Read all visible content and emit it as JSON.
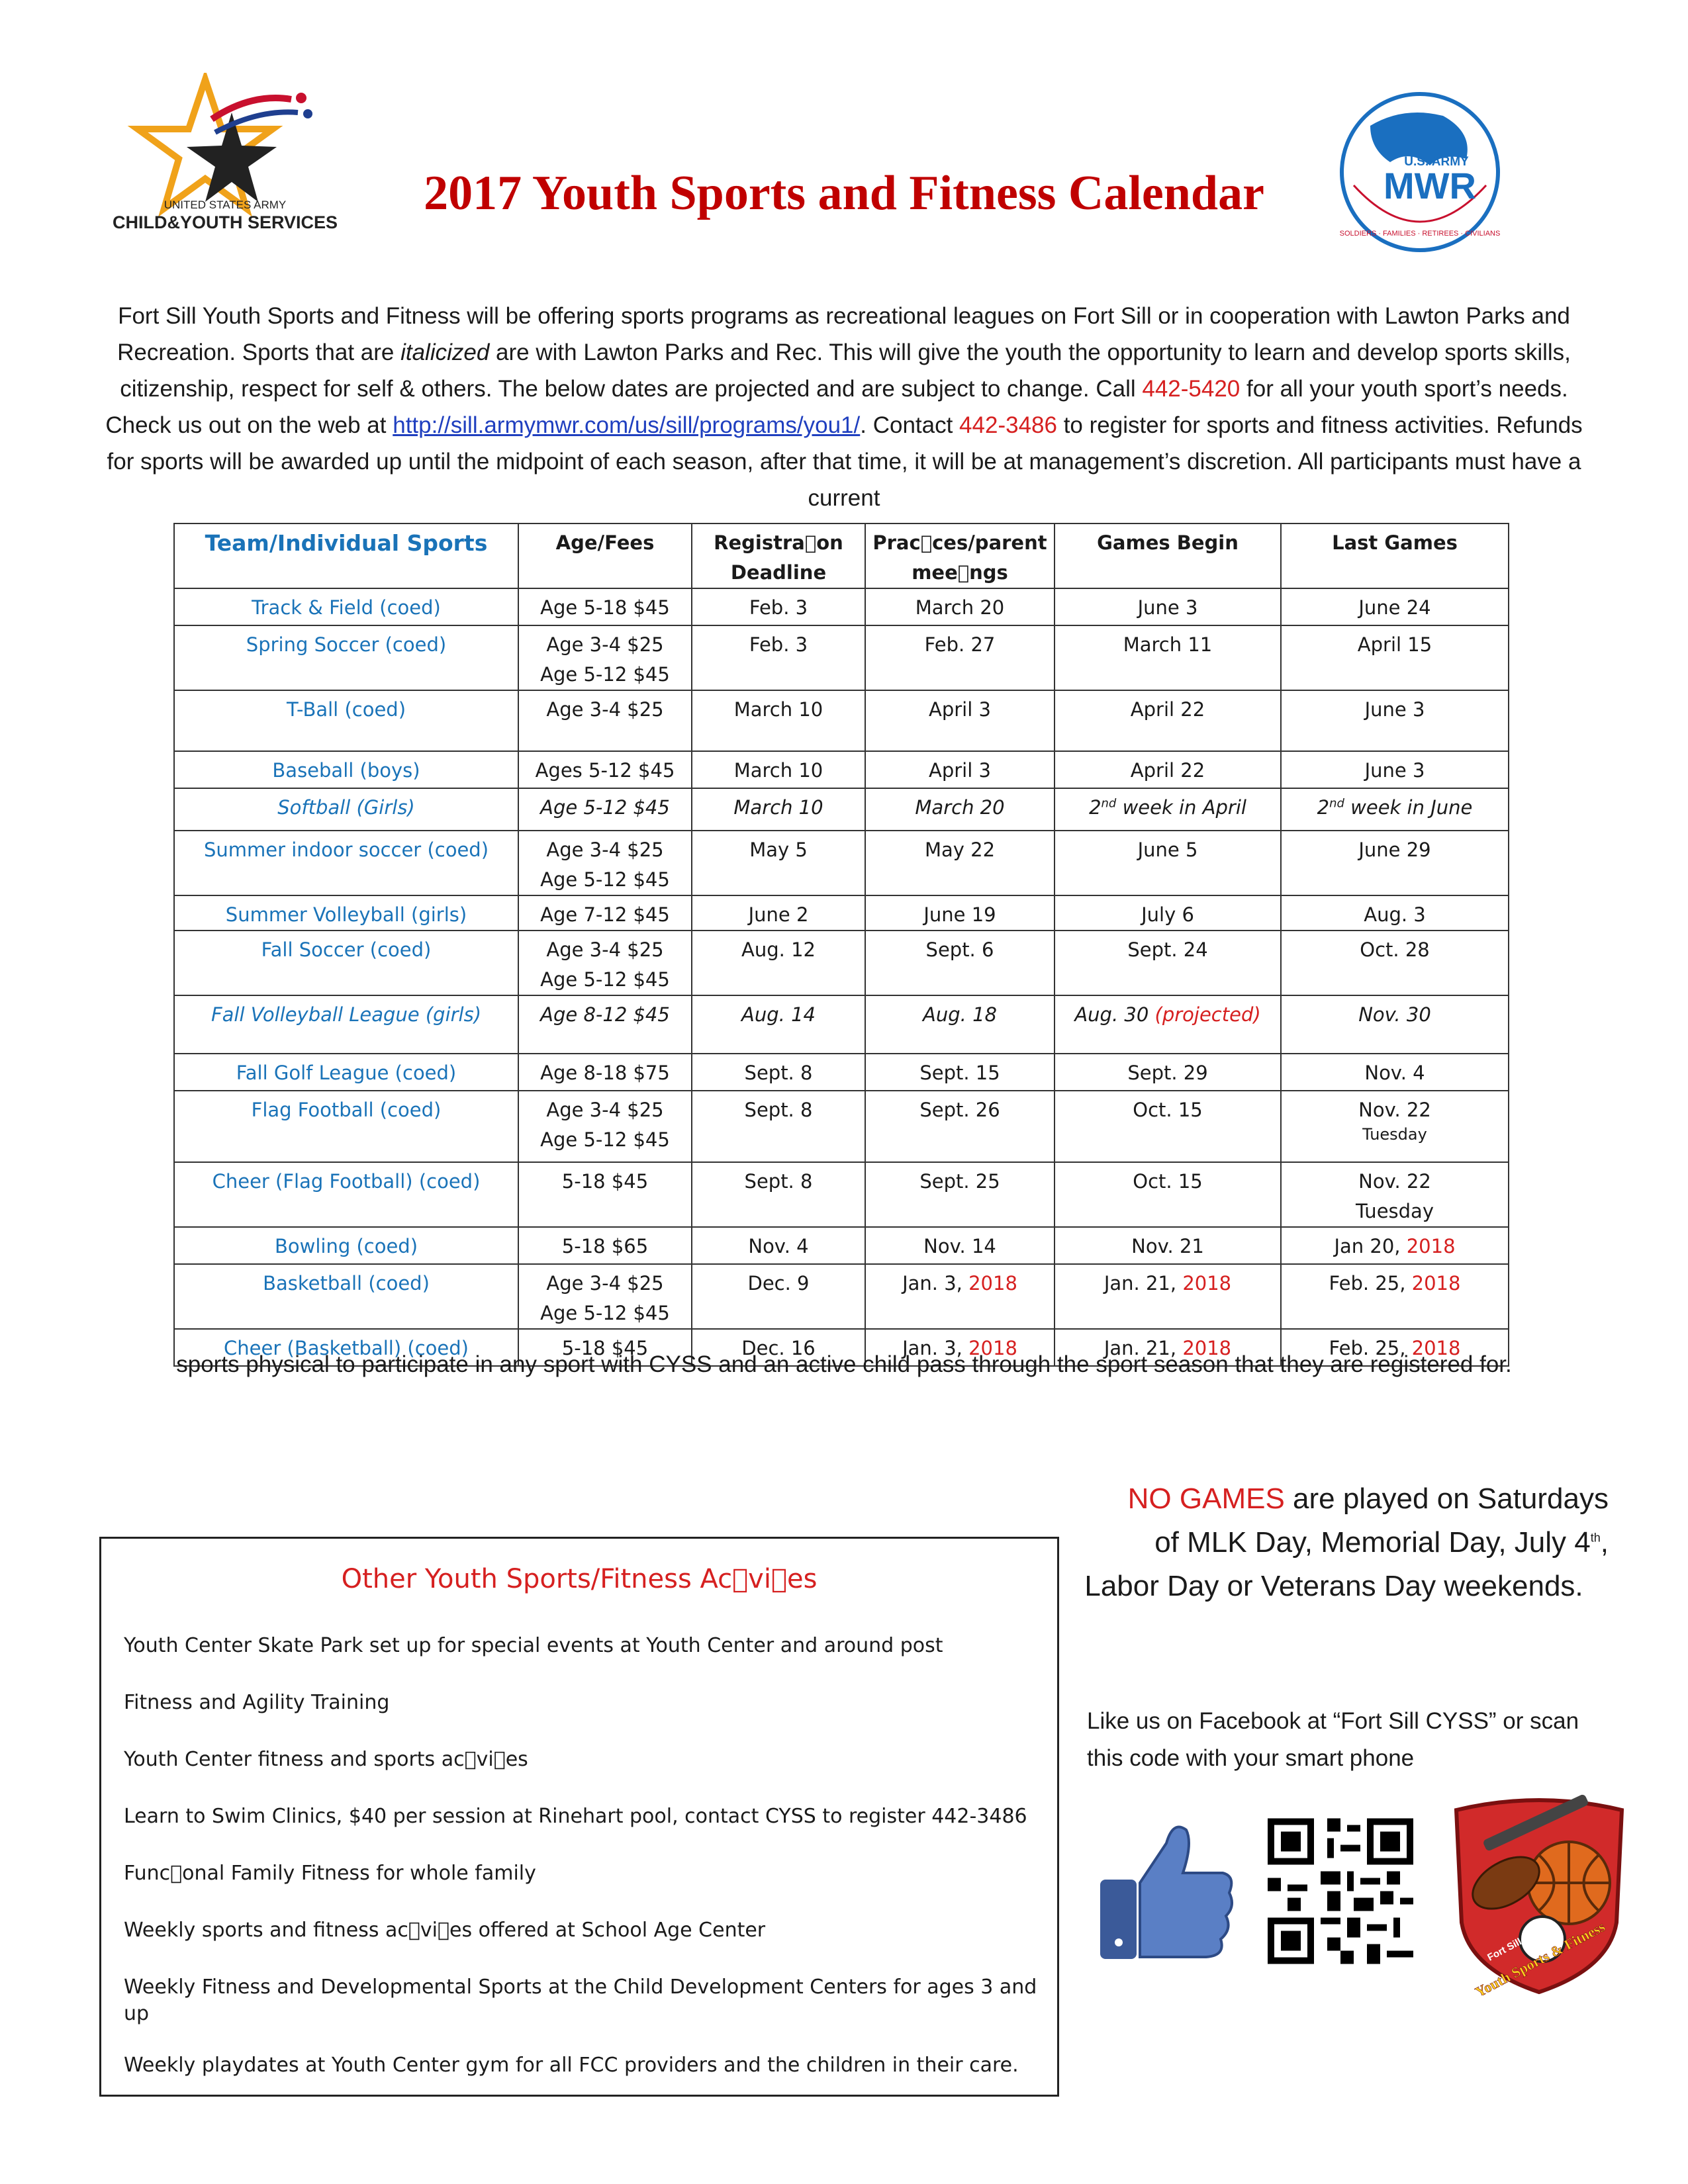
{
  "header": {
    "title": "2017 Youth Sports and Fitness Calendar",
    "cys_logo_line1": "UNITED STATES ARMY",
    "cys_logo_line2": "CHILD&YOUTH SERVICES",
    "mwr_logo_top": "U.S. ARMY",
    "mwr_logo_main": "MWR",
    "mwr_logo_ring": "SOLDIERS · FAMILIES · RETIREES · CIVILIANS"
  },
  "intro": {
    "p1": "Fort Sill Youth Sports and Fitness will be offering sports programs as recreational leagues on Fort Sill or in cooperation with Lawton Parks and Recreation.  Sports that are ",
    "italic_word": "italicized",
    "p2": " are with Lawton Parks and Rec.  This will give the youth the opportunity to learn and develop sports skills, citizenship, respect for self & others. The below dates are projected and are subject to change.  Call ",
    "phone1": "442-5420",
    "p3": " for all your youth sport’s needs. Check us out on the web at ",
    "url": "http://sill.armymwr.com/us/sill/programs/you1/",
    "p4": ". Contact ",
    "phone2": "442-3486",
    "p5": " to register for sports and fitness activities.  Refunds for sports will be awarded up until the midpoint of each season, after that time, it will be at management’s discretion. All participants must have a current",
    "after_table": "sports physical to participate in any sport with CYSS and an active child pass through the sport season that they are registered for."
  },
  "table": {
    "headers": [
      "Team/Individual Sports",
      "Age/Fees",
      "Registra\u0000on Deadline",
      "Prac\u0000ces/parent mee\u0000ngs",
      "Games Begin",
      "Last Games"
    ],
    "rows": [
      {
        "sport": "Track & Field (coed)",
        "age": "Age 5-18 $45",
        "reg": "Feb. 3",
        "prac": "March 20",
        "begin": "June 3",
        "last": "June 24"
      },
      {
        "sport": "Spring Soccer (coed)",
        "age": "Age 3-4 $25",
        "age2": "Age 5-12 $45",
        "reg": "Feb. 3",
        "prac": "Feb. 27",
        "begin": "March 11",
        "last": "April 15"
      },
      {
        "sport": "T-Ball (coed)",
        "age": "Age 3-4 $25",
        "reg": "March 10",
        "prac": "April 3",
        "begin": "April 22",
        "last": "June 3"
      },
      {
        "sport": "Baseball (boys)",
        "age": "Ages 5-12 $45",
        "reg": "March 10",
        "prac": "April 3",
        "begin": "April 22",
        "last": "June 3"
      },
      {
        "sport": "Softball (Girls)",
        "age": "Age 5-12 $45",
        "reg": "March 10",
        "prac": "March 20",
        "begin_num": "2",
        "begin_sup": "nd",
        "begin": " week in April",
        "last_num": "2",
        "last_sup": "nd",
        "last": " week in June"
      },
      {
        "sport": "Summer indoor soccer (coed)",
        "age": "Age 3-4 $25",
        "age2": "Age 5-12 $45",
        "reg": "May 5",
        "prac": "May 22",
        "begin": "June 5",
        "last": "June 29"
      },
      {
        "sport": "Summer Volleyball (girls)",
        "age": "Age 7-12 $45",
        "reg": "June 2",
        "prac": "June 19",
        "begin": "July 6",
        "last": "Aug. 3"
      },
      {
        "sport": "Fall Soccer (coed)",
        "age": "Age 3-4 $25",
        "age2": "Age 5-12 $45",
        "reg": "Aug. 12",
        "prac": "Sept. 6",
        "begin": "Sept. 24",
        "last": "Oct. 28"
      },
      {
        "sport": "Fall Volleyball League (girls)",
        "age": "Age 8-12 $45",
        "reg": "Aug. 14",
        "prac": "Aug. 18",
        "begin": "Aug. 30",
        "begin_note": "(projected)",
        "last": "Nov. 30"
      },
      {
        "sport": "Fall Golf League (coed)",
        "age": "Age 8-18 $75",
        "reg": "Sept. 8",
        "prac": "Sept. 15",
        "begin": "Sept. 29",
        "last": "Nov. 4"
      },
      {
        "sport": "Flag Football (coed)",
        "age": "Age 3-4 $25",
        "age2": "Age 5-12 $45",
        "reg": "Sept. 8",
        "prac": "Sept. 26",
        "begin": "Oct. 15",
        "last": "Nov. 22",
        "last2": "Tuesday"
      },
      {
        "sport": "Cheer (Flag Football) (coed)",
        "age": "5-18 $45",
        "reg": "Sept. 8",
        "prac": "Sept. 25",
        "begin": "Oct. 15",
        "last": "Nov. 22",
        "last2": "Tuesday"
      },
      {
        "sport": "Bowling (coed)",
        "age": "5-18 $65",
        "reg": "Nov. 4",
        "prac": "Nov. 14",
        "begin": "Nov. 21",
        "last": "Jan 20, ",
        "last_red": "2018"
      },
      {
        "sport": "Basketball (coed)",
        "age": "Age 3-4 $25",
        "age2": "Age 5-12 $45",
        "reg": "Dec. 9",
        "prac": "Jan. 3, ",
        "prac_red": "2018",
        "begin": "Jan. 21, ",
        "begin_red": "2018",
        "last": "Feb. 25, ",
        "last_red": "2018"
      },
      {
        "sport": "Cheer (Basketball) (coed)",
        "age": "5-18 $45",
        "reg": "Dec. 16",
        "prac": "Jan. 3, ",
        "prac_red": "2018",
        "begin": "Jan. 21, ",
        "begin_red": "2018",
        "last": "Feb. 25, ",
        "last_red": "2018"
      }
    ]
  },
  "no_games": {
    "red": "NO GAMES",
    "l1": " are played on Saturdays",
    "l2": "of MLK Day, Memorial Day, July 4",
    "l2_sup": "th",
    "l2_end": ",",
    "l3": "Labor Day or Veterans Day weekends."
  },
  "other": {
    "title": "Other Youth Sports/Fitness Ac\u0000vi\u0000es",
    "items": [
      "Youth Center Skate Park set up for special events at Youth Center and around post",
      "Fitness and Agility Training",
      "Youth Center fitness and sports ac\u0000vi\u0000es",
      "Learn to Swim Clinics, $40 per session at Rinehart pool, contact CYSS to register 442-3486",
      "Func\u0000onal Family Fitness for whole family",
      " Weekly sports and fitness ac\u0000vi\u0000es offered at School Age Center",
      "Weekly Fitness and Developmental Sports at the Child Development Centers for ages 3 and up",
      "Weekly playdates at Youth Center gym for all FCC providers and the children in their care."
    ]
  },
  "facebook": {
    "text": "Like us on Facebook at “Fort Sill CYSS” or scan this code with your smart phone"
  },
  "shield": {
    "line1": "Fort Sill",
    "line2": "Youth Sports & Fitness"
  },
  "colors": {
    "title_red": "#c00000",
    "sport_blue": "#1a73b8",
    "accent_red": "#d62020",
    "link_blue": "#1f3fbf",
    "mwr_blue": "#1a6fc0"
  }
}
